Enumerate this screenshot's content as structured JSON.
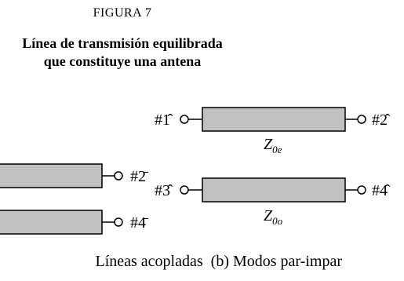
{
  "figure": {
    "label": "FIGURA 7",
    "title_line1": "Línea de transmisión equilibrada",
    "title_line2": "que constituye una antena"
  },
  "left_diagram": {
    "port_upper": "#2̄",
    "port_lower": "#4̄"
  },
  "right_diagram": {
    "even_line": {
      "port_left": "#1̂",
      "port_right": "#2̂",
      "impedance_main": "Z",
      "impedance_sub": "0e"
    },
    "odd_line": {
      "port_left": "#3̂",
      "port_right": "#4̂",
      "impedance_main": "Z",
      "impedance_sub": "0o"
    }
  },
  "captions": {
    "a": "Líneas acopladas",
    "b": "(b) Modos par-impar"
  },
  "colors": {
    "line_fill": "#c0c0c0",
    "stroke": "#000000"
  }
}
